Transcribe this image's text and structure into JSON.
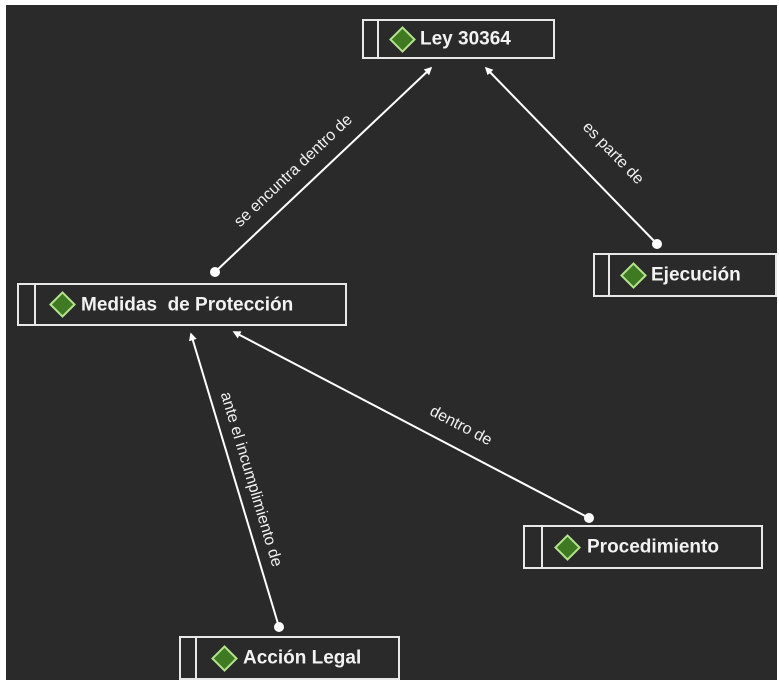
{
  "diagram": {
    "nodes": {
      "ley": {
        "label": "Ley 30364",
        "icon": "diamond-icon"
      },
      "medidas": {
        "label": "Medidas  de Protección",
        "icon": "diamond-icon"
      },
      "ejecucion": {
        "label": "Ejecución",
        "icon": "diamond-icon"
      },
      "procedimiento": {
        "label": "Procedimiento",
        "icon": "diamond-icon"
      },
      "accion": {
        "label": "Acción Legal",
        "icon": "diamond-icon"
      }
    },
    "edges": [
      {
        "from": "medidas",
        "to": "ley",
        "label": "se encuntra dentro de"
      },
      {
        "from": "ejecucion",
        "to": "ley",
        "label": "es parte de"
      },
      {
        "from": "procedimiento",
        "to": "medidas",
        "label": "dentro de"
      },
      {
        "from": "accion",
        "to": "medidas",
        "label": "ante el incumplimiento de"
      }
    ]
  },
  "colors": {
    "background": "#2a2a2a",
    "line": "#ffffff",
    "icon_fill": "#3f7a22",
    "icon_border": "#b5e28e",
    "text": "#f2f2f2"
  }
}
